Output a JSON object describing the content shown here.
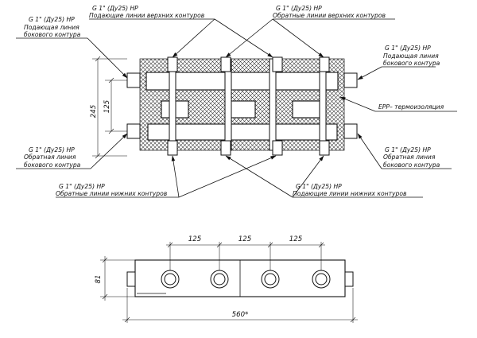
{
  "labels": {
    "top_left": [
      "G 1\" (Ду25) НР",
      "Подающая линия",
      "бокового контура"
    ],
    "top_center_left": [
      "G 1\" (Ду25) НР",
      "Подающие линии верхних контуров"
    ],
    "top_center_right": [
      "G 1\" (Ду25) НР",
      "Обратные линии верхних контуров"
    ],
    "top_right": [
      "G 1\" (Ду25) НР",
      "Подающая линия",
      "бокового контура"
    ],
    "insulation": "EPP– термоизоляция",
    "bottom_left": [
      "G 1\" (Ду25) НР",
      "Обратная линия",
      "бокового контура"
    ],
    "bottom_right": [
      "G 1\" (Ду25) НР",
      "Обратная линия",
      "бокового контура"
    ],
    "bottom_center_left": [
      "G 1\" (Ду25) НР",
      "Обратные линии нижних контуров"
    ],
    "bottom_center_right": [
      "G 1\" (Ду25) НР",
      "Подающие линии нижних контуров"
    ]
  },
  "dimensions": {
    "height_total": "245",
    "height_inner": "125",
    "spacing_1": "125",
    "spacing_2": "125",
    "spacing_3": "125",
    "width_body": "81",
    "length_total": "560*"
  }
}
